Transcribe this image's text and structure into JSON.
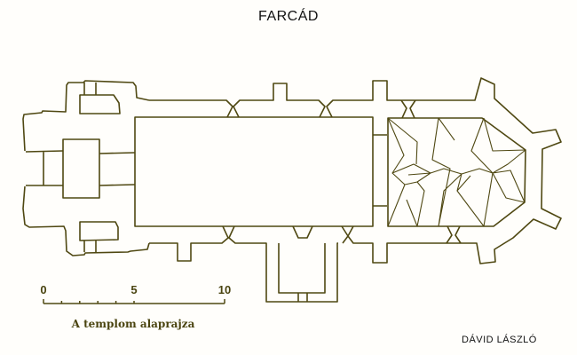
{
  "title": "FARCÁD",
  "caption": "A templom alaprajza",
  "author": "DÁVID LÁSZLÓ",
  "scale": {
    "labels": [
      "0",
      "5",
      "10"
    ],
    "max": 10,
    "ticks": 5
  },
  "colors": {
    "ink": "#4f4812",
    "background": "#fffefb"
  }
}
